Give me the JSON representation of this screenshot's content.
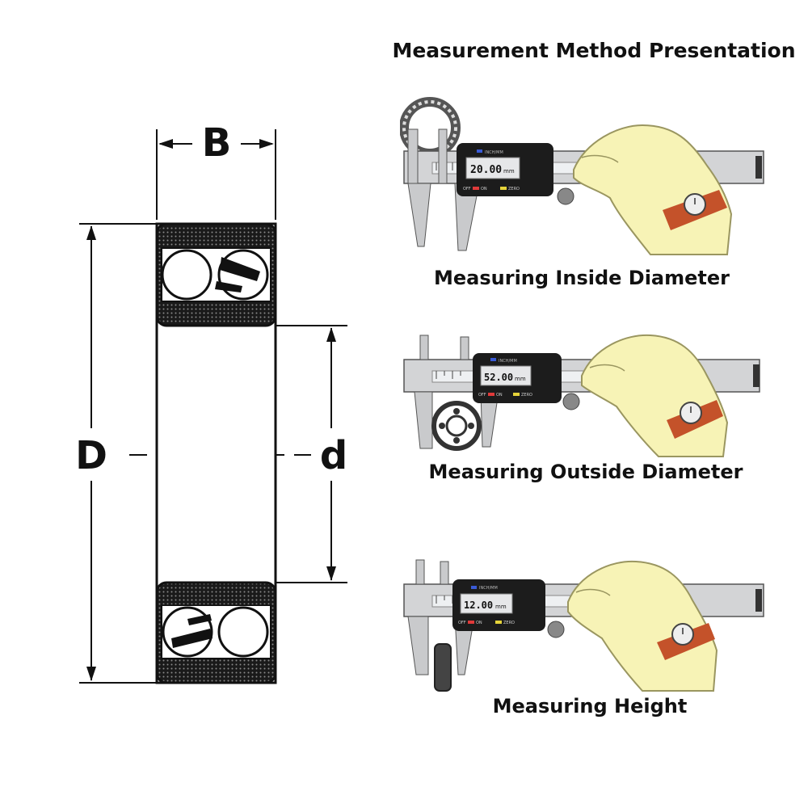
{
  "diagram": {
    "labels": {
      "width": "B",
      "outer_diameter": "D",
      "inner_diameter": "d"
    }
  },
  "panel": {
    "title": "Measurement Method Presentation",
    "methods": [
      {
        "caption": "Measuring Inside Diameter",
        "reading": "20.00",
        "unit": "mm"
      },
      {
        "caption": "Measuring Outside Diameter",
        "reading": "52.00",
        "unit": "mm"
      },
      {
        "caption": "Measuring Height",
        "reading": "12.00",
        "unit": "mm"
      }
    ],
    "caliper_labels": {
      "off": "OFF",
      "on": "ON",
      "zero": "ZERO",
      "mode": "INCH/MM"
    }
  },
  "colors": {
    "hand": "#f7f3b6",
    "strap": "#c4522a",
    "caliper_body": "#cfd0d2",
    "lcd_screen": "#e6e7e9",
    "off_button": "#e03a3a",
    "zero_button": "#e6d43a",
    "mode_button": "#3a5bd6"
  }
}
